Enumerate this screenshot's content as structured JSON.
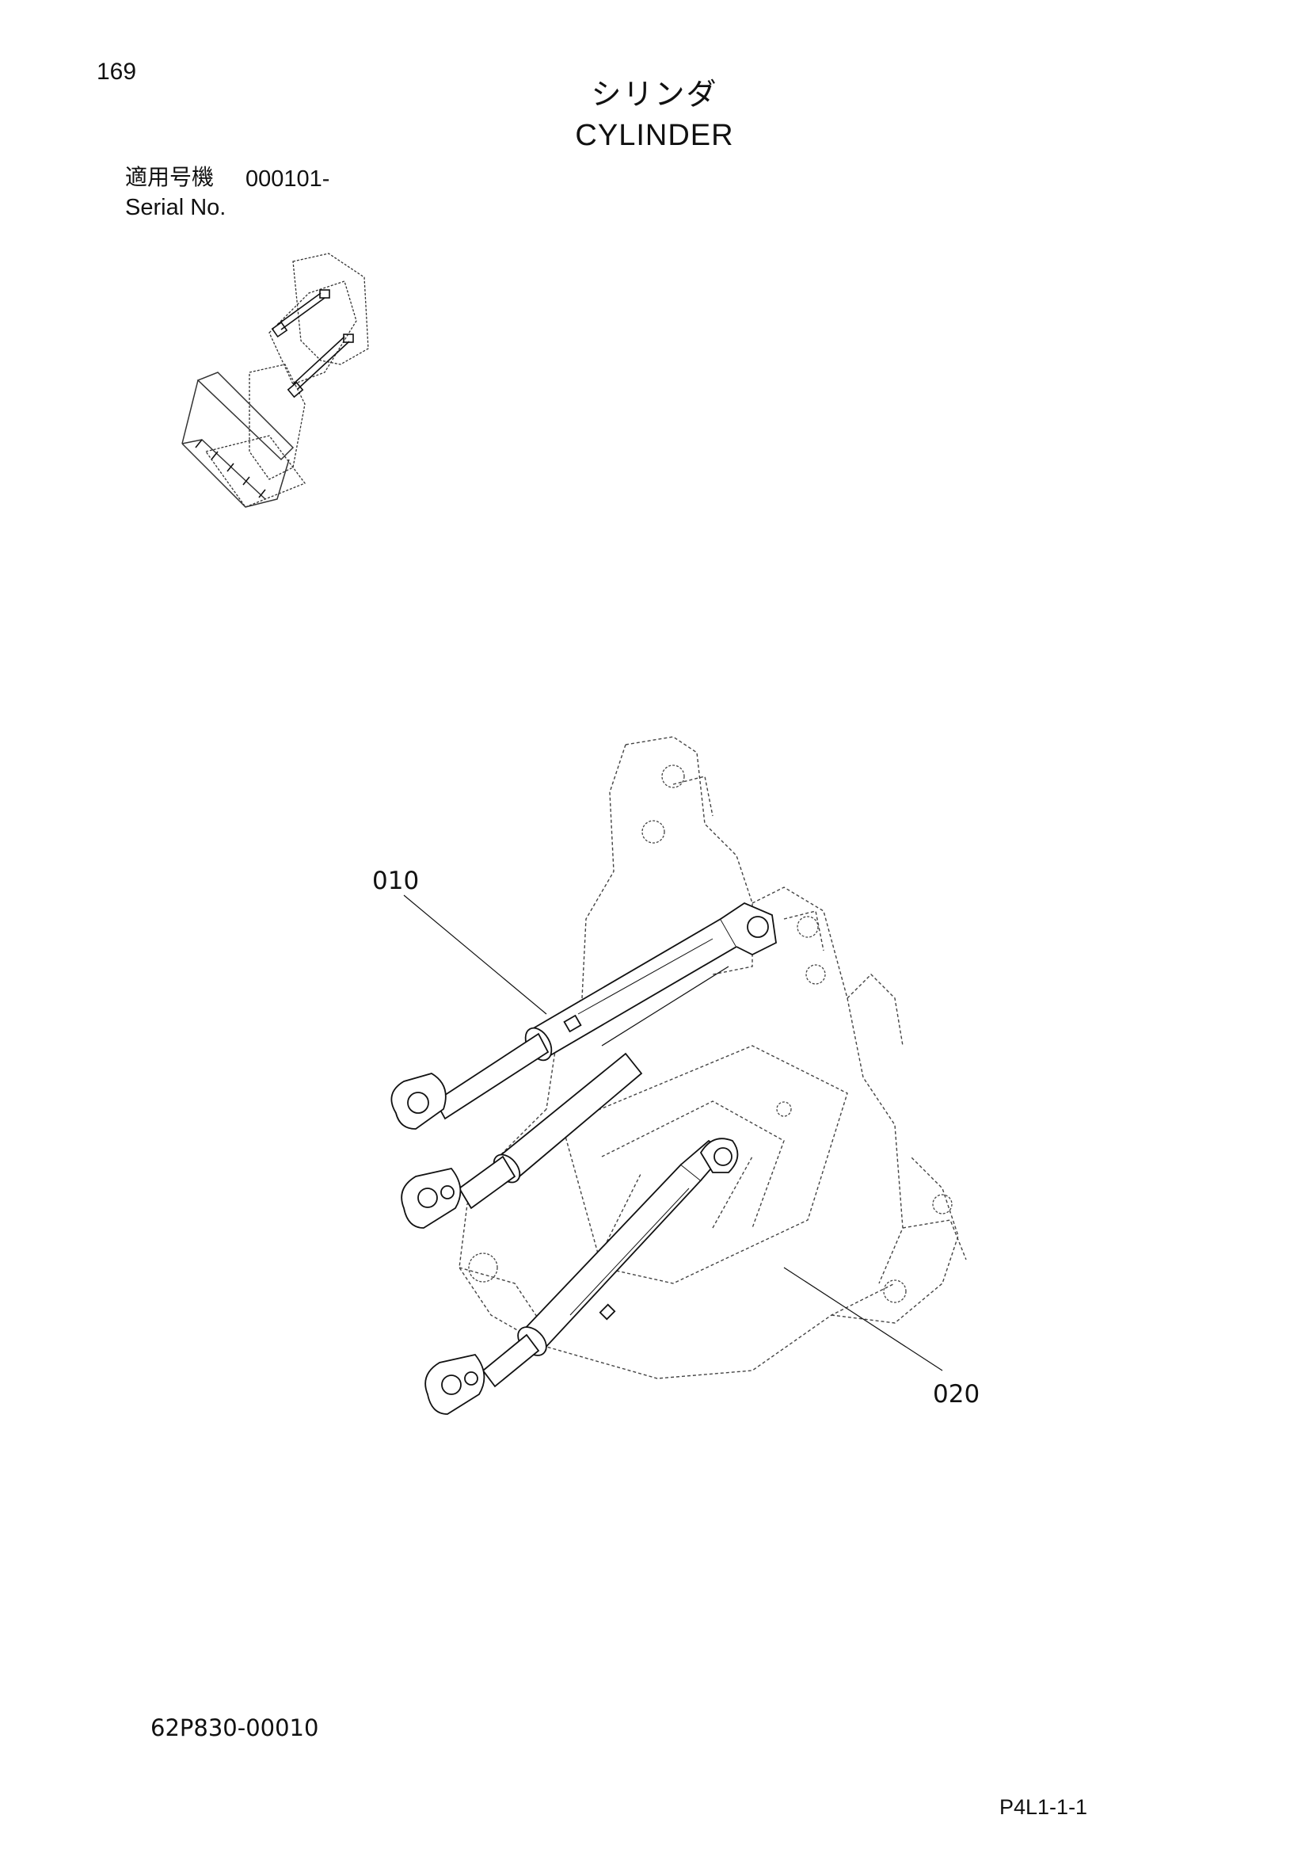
{
  "page": {
    "number": "169",
    "title_jp": "シリンダ",
    "title_en": "CYLINDER",
    "serial": {
      "label_jp": "適用号機",
      "range": "000101-",
      "label_en": "Serial No."
    },
    "drawing_number": "62P830-00010",
    "page_code": "P4L1-1-1"
  },
  "illustration": {
    "locator": "wheel-loader-overview",
    "main": "loader-frame-with-cylinders",
    "callouts": [
      {
        "label": "010",
        "part": "cylinder"
      },
      {
        "label": "020",
        "part": "cylinder"
      }
    ]
  }
}
